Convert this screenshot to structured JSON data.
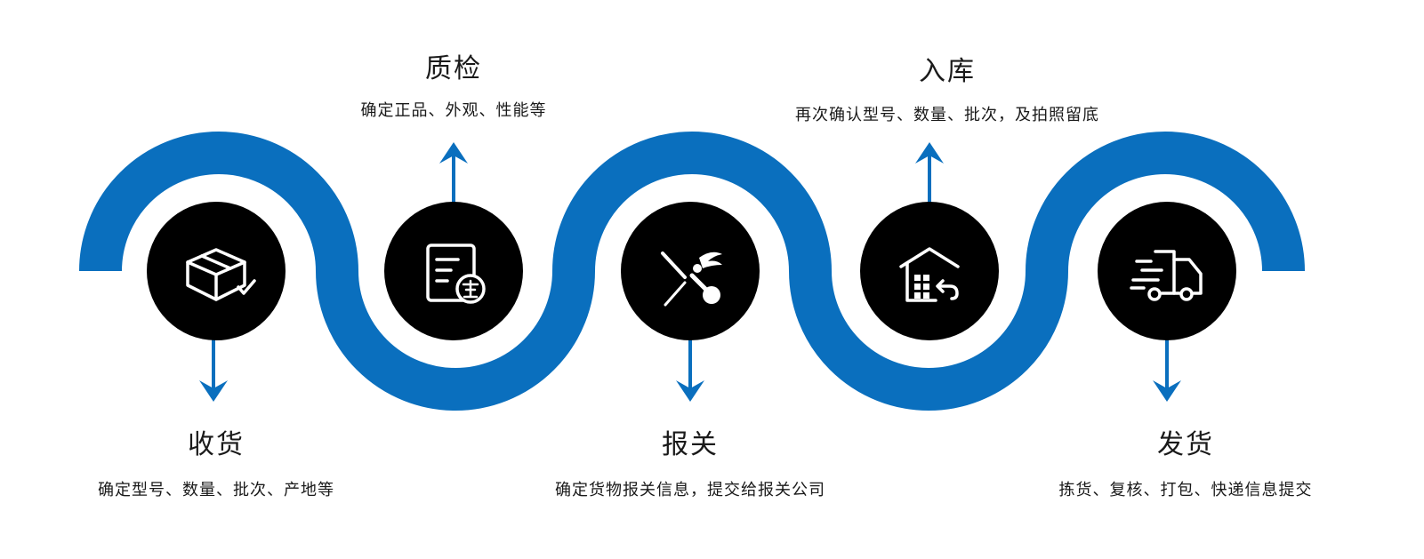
{
  "colors": {
    "wave": "#0A6FBE",
    "arrow": "#0A6FBE",
    "node": "#000000",
    "icon": "#ffffff"
  },
  "steps": [
    {
      "title": "收货",
      "desc": "确定型号、数量、批次、产地等",
      "icon": "box-check-icon"
    },
    {
      "title": "质检",
      "desc": "确定正品、外观、性能等",
      "icon": "inspection-doc-icon"
    },
    {
      "title": "报关",
      "desc": "确定货物报关信息，提交给报关公司",
      "icon": "customs-emblem-icon"
    },
    {
      "title": "入库",
      "desc": "再次确认型号、数量、批次，及拍照留底",
      "icon": "warehouse-return-icon"
    },
    {
      "title": "发货",
      "desc": "拣货、复核、打包、快递信息提交",
      "icon": "delivery-truck-icon"
    }
  ]
}
